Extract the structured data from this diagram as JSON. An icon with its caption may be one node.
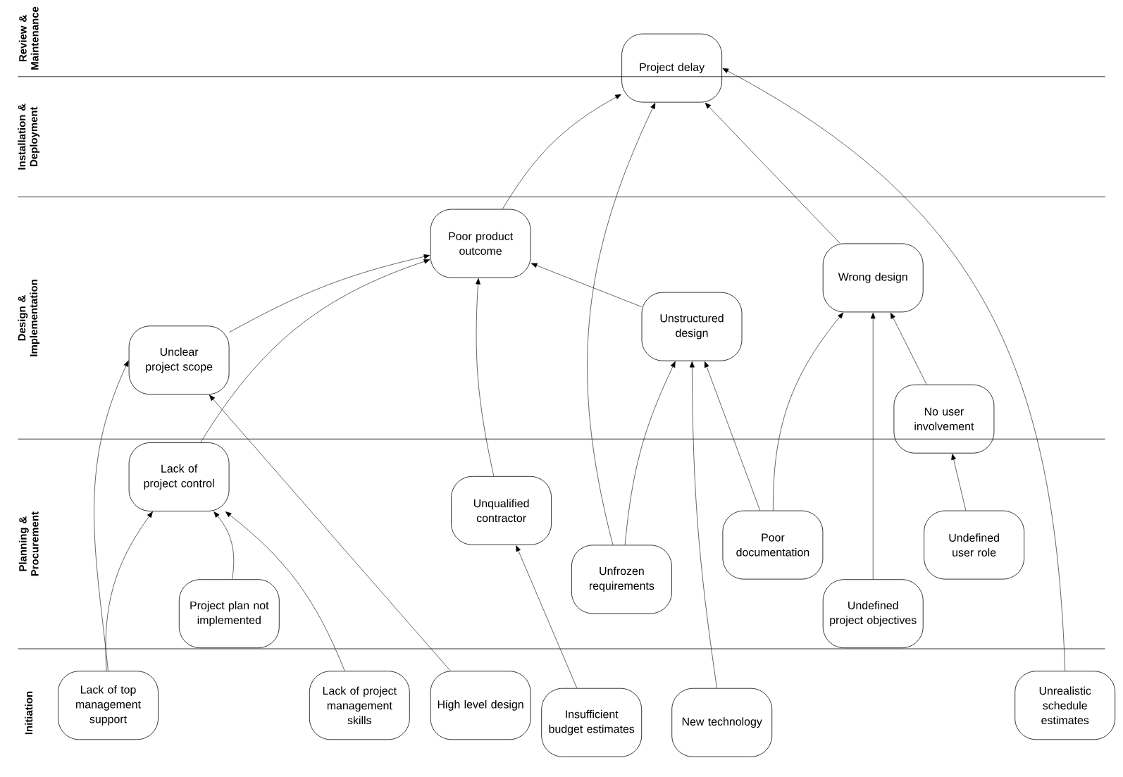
{
  "diagram": {
    "nodes": [
      {
        "text": [
          "Project delay"
        ]
      },
      {
        "text": [
          "Poor product outcome"
        ]
      },
      {
        "text": [
          "Wrong design"
        ]
      },
      {
        "text": [
          "Unstructured design"
        ]
      },
      {
        "text": [
          "Unclear project scope"
        ]
      },
      {
        "text": [
          "No user involvement"
        ]
      },
      {
        "text": [
          "Lack of project control"
        ]
      },
      {
        "text": [
          "Unqualified contractor"
        ]
      },
      {
        "text": [
          "Poor documentation"
        ]
      },
      {
        "text": [
          "Undefined user role"
        ]
      },
      {
        "text": [
          "Unfrozen requirements"
        ]
      },
      {
        "text": [
          "Project plan not implemented"
        ]
      },
      {
        "text": [
          "Undefined project objectives"
        ]
      },
      {
        "text": [
          "Lack of top management support"
        ]
      },
      {
        "text": [
          "Lack of project management skills"
        ]
      },
      {
        "text": [
          "High level design"
        ]
      },
      {
        "text": [
          "Insufficient budget estimates"
        ]
      },
      {
        "text": [
          "New technology"
        ]
      },
      {
        "text": [
          "Unrealistic schedule estimates"
        ]
      }
    ],
    "edges": [
      {
        "from": 1,
        "to": 0,
        "arrow": "to"
      },
      {
        "from": 10,
        "to": 0,
        "arrow": "to"
      },
      {
        "from": 2,
        "to": 0,
        "arrow": "to"
      },
      {
        "from": 18,
        "to": 0,
        "arrow": "to"
      },
      {
        "from": 4,
        "to": 1,
        "arrow": "to"
      },
      {
        "from": 6,
        "to": 1,
        "arrow": "to"
      },
      {
        "from": 7,
        "to": 1,
        "arrow": "to"
      },
      {
        "from": 3,
        "to": 1,
        "arrow": "to"
      },
      {
        "from": 8,
        "to": 2,
        "arrow": "to"
      },
      {
        "from": 12,
        "to": 2,
        "arrow": "to"
      },
      {
        "from": 5,
        "to": 2,
        "arrow": "to"
      },
      {
        "from": 10,
        "to": 3,
        "arrow": "to"
      },
      {
        "from": 17,
        "to": 3,
        "arrow": "to"
      },
      {
        "from": 8,
        "to": 3,
        "arrow": "to"
      },
      {
        "from": 13,
        "to": 4,
        "arrow": "to"
      },
      {
        "from": 13,
        "to": 6,
        "arrow": "to"
      },
      {
        "from": 11,
        "to": 6,
        "arrow": "to"
      },
      {
        "from": 14,
        "to": 6,
        "arrow": "to"
      },
      {
        "from": 15,
        "to": 4,
        "arrow": "to"
      },
      {
        "from": 16,
        "to": 7,
        "arrow": "to"
      },
      {
        "from": 9,
        "to": 5,
        "arrow": "to"
      }
    ],
    "labels": [
      "Review & Maintenance",
      "Installation & Deployment",
      "Design & Implementation",
      "Planning & Procurement",
      "Initiation"
    ]
  }
}
